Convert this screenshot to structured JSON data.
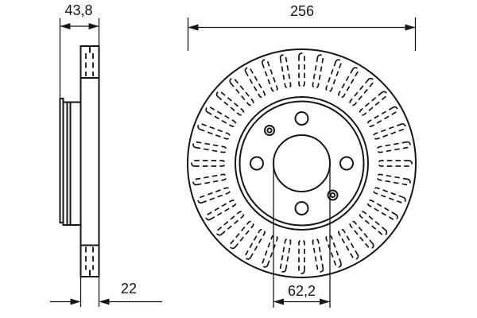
{
  "figure": {
    "type": "technical-drawing",
    "subject": "vented brake disc - side cross-section and front view",
    "background": "#ffffff",
    "line_color": "#161616",
    "vent_slot_count": 36,
    "slot_step_deg": 10,
    "slot_r_inner": 96.5,
    "slot_r_outer": 138.5,
    "slot_half_width": 3.5
  },
  "dimensions": {
    "overall_width": "43,8",
    "outer_diameter": "256",
    "disc_thickness": "22",
    "center_bore": "62,2"
  }
}
